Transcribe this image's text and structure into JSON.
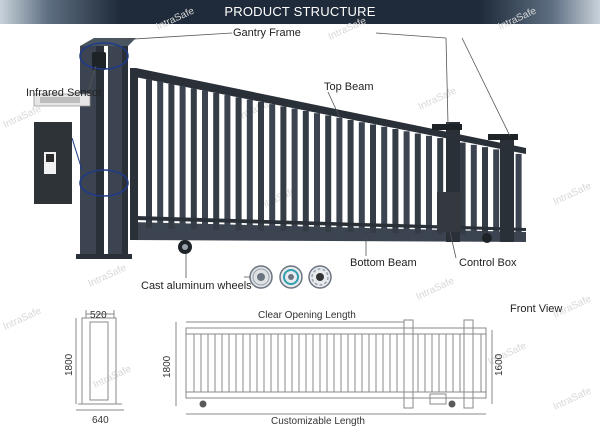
{
  "header": {
    "title": "PRODUCT STRUCTURE"
  },
  "labels": {
    "gantry_frame": "Gantry Frame",
    "infrared_sensor": "Infrared Sensor",
    "top_beam": "Top Beam",
    "bottom_beam": "Bottom Beam",
    "control_box": "Control Box",
    "wheels": "Cast aluminum wheels",
    "front_view": "Front View"
  },
  "dimensions": {
    "side_top_width": "520",
    "side_height": "1800",
    "side_bottom_width": "640",
    "front_height_left": "1800",
    "front_height_right": "1600",
    "clear_opening": "Clear Opening Length",
    "customizable": "Customizable Length"
  },
  "watermark": "IntraSafe",
  "colors": {
    "header_bg": "#1f2b3a",
    "gate_metal": "#3b4450",
    "gate_dark": "#2a3038",
    "sensor_callout": "#1f3a8a",
    "drawing_line": "#8a8a8a"
  }
}
